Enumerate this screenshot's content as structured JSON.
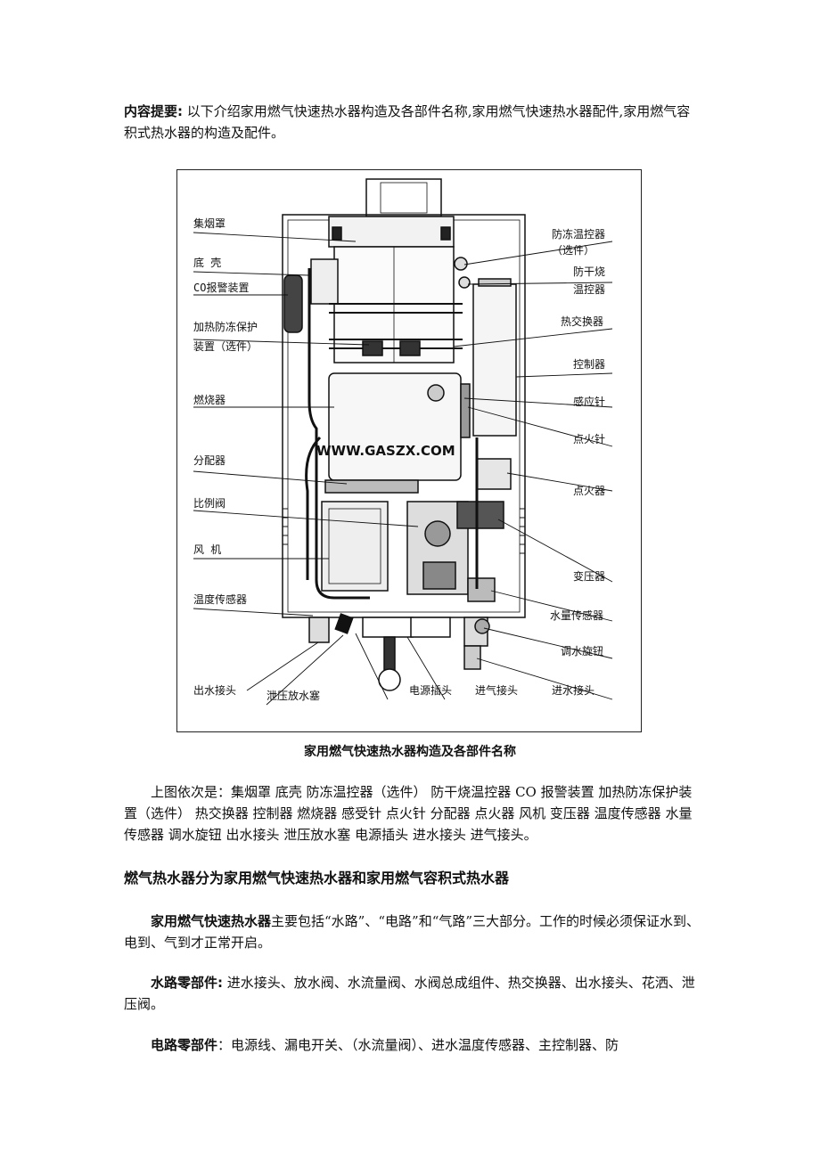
{
  "intro": {
    "label": "内容提要:",
    "text": " 以下介绍家用燃气快速热水器构造及各部件名称,家用燃气快速热水器配件,家用燃气容积式热水器的构造及配件。"
  },
  "figure": {
    "watermark": "WWW.GASZX.COM",
    "left_labels": [
      "集烟罩",
      "底 壳",
      "CO报警装置",
      "加热防冻保护",
      "装置（选件）",
      "燃烧器",
      "分配器",
      "比例阀",
      "风 机",
      "温度传感器",
      "出水接头",
      "泄压放水塞"
    ],
    "right_labels": [
      "防冻温控器",
      "（选件）",
      "防干烧",
      "温控器",
      "热交换器",
      "控制器",
      "感应针",
      "点火针",
      "点火器",
      "变压器",
      "水量传感器",
      "调水旋钮",
      "进水接头",
      "进气接头",
      "电源插头"
    ]
  },
  "caption": "家用燃气快速热水器构造及各部件名称",
  "order_text": "上图依次是：集烟罩 底壳 防冻温控器（选件） 防干烧温控器 CO 报警装置 加热防冻保护装置（选件） 热交换器   控制器 燃烧器 感受针 点火针 分配器 点火器 风机 变压器 温度传感器 水量传感器 调水旋钮 出水接头 泄压放水塞 电源插头 进水接头 进气接头。",
  "heading": "燃气热水器分为家用燃气快速热水器和家用燃气容积式热水器",
  "p1": {
    "label": "家用燃气快速热水器",
    "text": "主要包括“水路”、“电路”和“气路”三大部分。工作的时候必须保证水到、电到、气到才正常开启。"
  },
  "p2": {
    "label": "水路零部件:",
    "text": " 进水接头、放水阀、水流量阀、水阀总成组件、热交换器、出水接头、花洒、泄压阀。"
  },
  "p3": {
    "label": "电路零部件",
    "text": "：电源线、漏电开关、（水流量阀）、进水温度传感器、主控制器、防"
  }
}
